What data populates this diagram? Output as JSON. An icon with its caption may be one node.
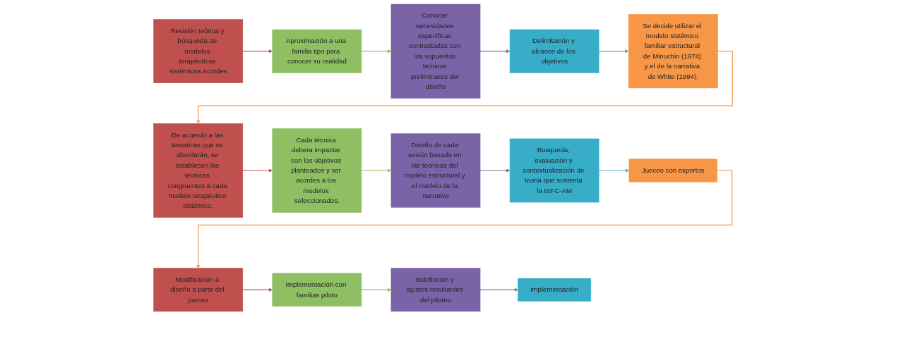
{
  "diagram": {
    "nodes": [
      {
        "text": [
          "Revisión teórica y búsqueda de modelos terapéuticos sistémicos acordes"
        ]
      },
      {
        "text": [
          "Aproximación a una familia tipo para conocer su realidad"
        ]
      },
      {
        "text": [
          "Conocer necesidades especificas contrastadas con los supuestos teóricos preliminares del diseño"
        ]
      },
      {
        "text": [
          "Delimitación y alcance de los objetivos"
        ]
      },
      {
        "text": [
          "Se decide utilizar el modelo sistémico familiar estructural de Minuchin (1974) y el de la narrativa de White (1994)."
        ]
      },
      {
        "text": [
          "De acuerdo a las tematicas que se abordarán, se establecen las técnicas congruentes a cada modelo terapéutico sistémico."
        ]
      },
      {
        "text": [
          "Cada técnica debera impactar con los objetivos planteados y ser acordes a los modelos seleccionados."
        ]
      },
      {
        "text": [
          "Diseño de cada sesión basada en las tecnicas del modelo estructural y el modelo de la narrativa"
        ]
      },
      {
        "text": [
          "Busqueda, evaluación y contextualización de teoria que sustenta la ISFC-AM"
        ]
      },
      {
        "text": [
          "Jueceo con expertos"
        ]
      },
      {
        "text": [
          "Modificación a diseño a partir del jueceo"
        ]
      },
      {
        "text": [
          "implementación con familias piloto"
        ]
      },
      {
        "text": [
          "redefinción y ajustes resultantes del piloteo"
        ]
      },
      {
        "text": [
          "implementación"
        ]
      }
    ],
    "edges": [
      {
        "from": 0,
        "to": 1,
        "arrow": "to",
        "color": "#c0504d"
      },
      {
        "from": 1,
        "to": 2,
        "arrow": "to",
        "color": "#9bbb59"
      },
      {
        "from": 2,
        "to": 3,
        "arrow": "to",
        "color": "#8064a2"
      },
      {
        "from": 3,
        "to": 4,
        "arrow": "to",
        "color": "#4bacc6"
      },
      {
        "from": 4,
        "to": 5,
        "arrow": "to",
        "color": "#f79646"
      },
      {
        "from": 5,
        "to": 6,
        "arrow": "to",
        "color": "#c0504d"
      },
      {
        "from": 6,
        "to": 7,
        "arrow": "to",
        "color": "#9bbb59"
      },
      {
        "from": 7,
        "to": 8,
        "arrow": "to",
        "color": "#8064a2"
      },
      {
        "from": 8,
        "to": 9,
        "arrow": "to",
        "color": "#4bacc6"
      },
      {
        "from": 9,
        "to": 10,
        "arrow": "to",
        "color": "#f79646"
      },
      {
        "from": 10,
        "to": 11,
        "arrow": "to",
        "color": "#c0504d"
      },
      {
        "from": 11,
        "to": 12,
        "arrow": "to",
        "color": "#9bbb59"
      },
      {
        "from": 12,
        "to": 13,
        "arrow": "to",
        "color": "#8064a2"
      }
    ]
  }
}
